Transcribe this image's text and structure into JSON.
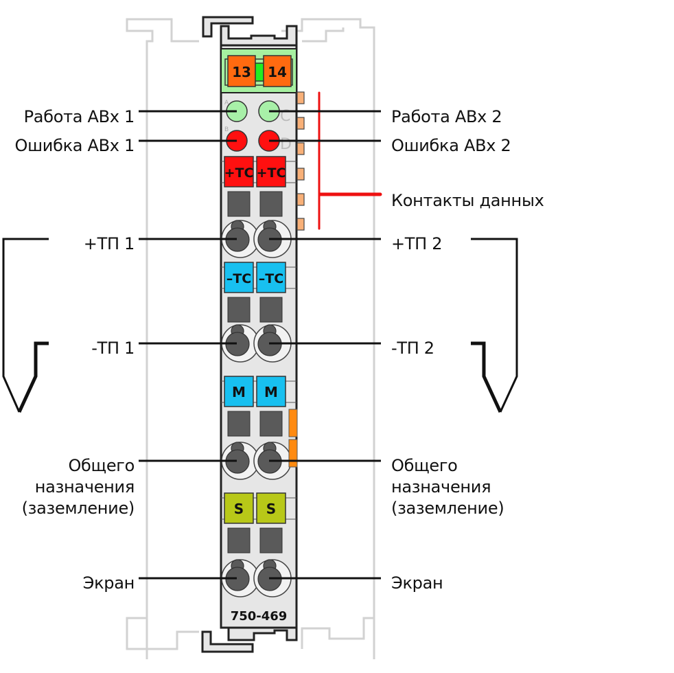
{
  "module": {
    "model": "750-469",
    "fuse_labels": [
      "13",
      "14"
    ],
    "led_letters": [
      "A",
      "B",
      "C",
      "D"
    ],
    "terminal_labels": {
      "plus_tc": "+TC",
      "minus_tc": "–TC",
      "m": "M",
      "s": "S"
    }
  },
  "labels": {
    "left": {
      "run_ch1": "Работа АВх 1",
      "error_ch1": "Ошибка АВх 1",
      "plus_tp1": "+ТП 1",
      "minus_tp1": "-ТП 1",
      "common_ch1": "Общего\nназначения\n(заземление)",
      "shield_ch1": "Экран"
    },
    "right": {
      "run_ch2": "Работа АВх 2",
      "error_ch2": "Ошибка АВх 2",
      "data_contacts": "Контакты данных",
      "plus_tp2": "+ТП 2",
      "minus_tp2": "-ТП 2",
      "common_ch2": "Общего\nназначения\n(заземление)",
      "shield_ch2": "Экран"
    }
  },
  "colors": {
    "housing": "#e6e6e6",
    "fuse_panel": "#a6f0a0",
    "fuse": "#ff6a10",
    "led_run": "#a8f0a8",
    "led_error": "#ff1010",
    "plus_tc": "#ff1010",
    "minus_tc": "#18c0f0",
    "m_terminal": "#18c0f0",
    "s_terminal": "#b8c818",
    "data_contact": "#f8b078",
    "data_line": "#ee1111",
    "side_bar": "#ff8a10",
    "clamp": "#5a5a5a"
  }
}
